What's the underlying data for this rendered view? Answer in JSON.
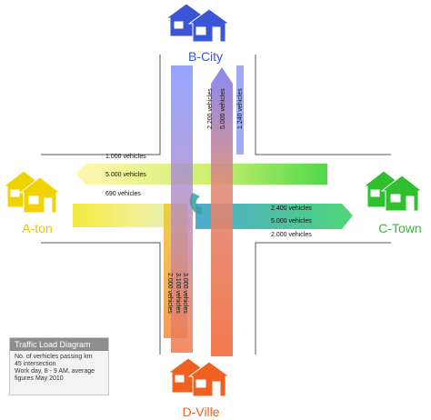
{
  "cities": {
    "north": {
      "name": "B-City",
      "color": "#3a55d6"
    },
    "west": {
      "name": "A-ton",
      "color": "#f0d400"
    },
    "east": {
      "name": "C-Town",
      "color": "#2fbf2f"
    },
    "south": {
      "name": "D-Ville",
      "color": "#f06020"
    }
  },
  "flows": {
    "west_top_1": "1.000 vehicles",
    "west_top_2": "5.000 vehicles",
    "west_mid": "690 vehicles",
    "north_1": "2.200 vehicles",
    "north_2": "5.000 vehicles",
    "north_3": "1.240 vehicles",
    "east_1": "2.400 vehicles",
    "east_2": "5.000 vehicles",
    "east_3": "2.000 vehicles",
    "south_1": "3.000 vehicles",
    "south_2": "3.100 vehicles",
    "south_3": "2.000 vehicles"
  },
  "legend": {
    "title": "Traffic Load Diagram",
    "line1": "No. of verhicles passing km",
    "line2": "45 intersection",
    "line3": "Work day, 8 - 9 AM, average",
    "line4": "figures May 2010"
  }
}
